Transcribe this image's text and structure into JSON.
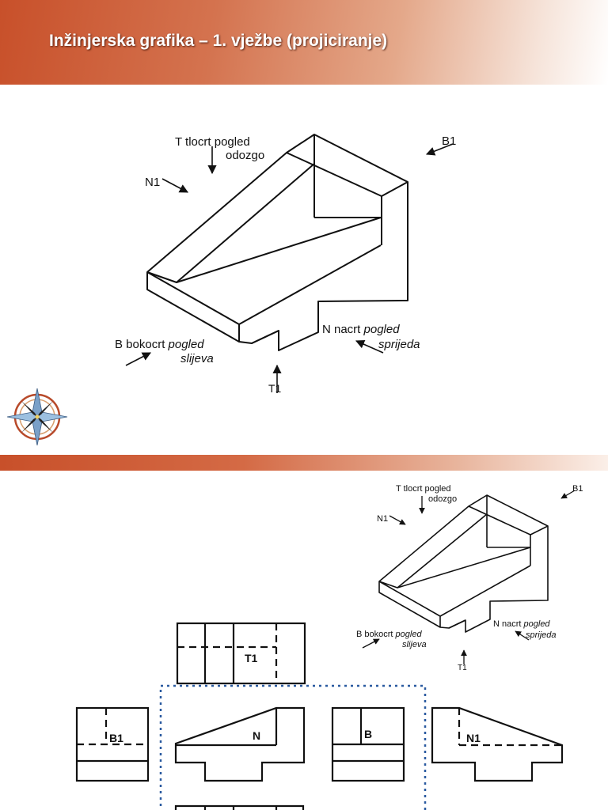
{
  "header": {
    "title": "Inžinjerska grafika – 1. vježbe (projiciranje)"
  },
  "iso": {
    "top_view_line1": "T tlocrt pogled",
    "top_view_line2": "odozgo",
    "b1": "B1",
    "n1": "N1",
    "side_view_prefix": "B bokocrt ",
    "side_view_italic": "pogled",
    "side_view_line2": "slijeva",
    "front_view_prefix": "N nacrt ",
    "front_view_italic": "pogled",
    "front_view_line2": "sprijeda",
    "t1": "T1"
  },
  "views": {
    "t1": "T1",
    "b1": "B1",
    "n": "N",
    "b": "B",
    "n1": "N1"
  },
  "colors": {
    "accent": "#c8502a",
    "dotted_frame": "#2a5aa0"
  },
  "icons": [
    "compass-rose-icon"
  ]
}
